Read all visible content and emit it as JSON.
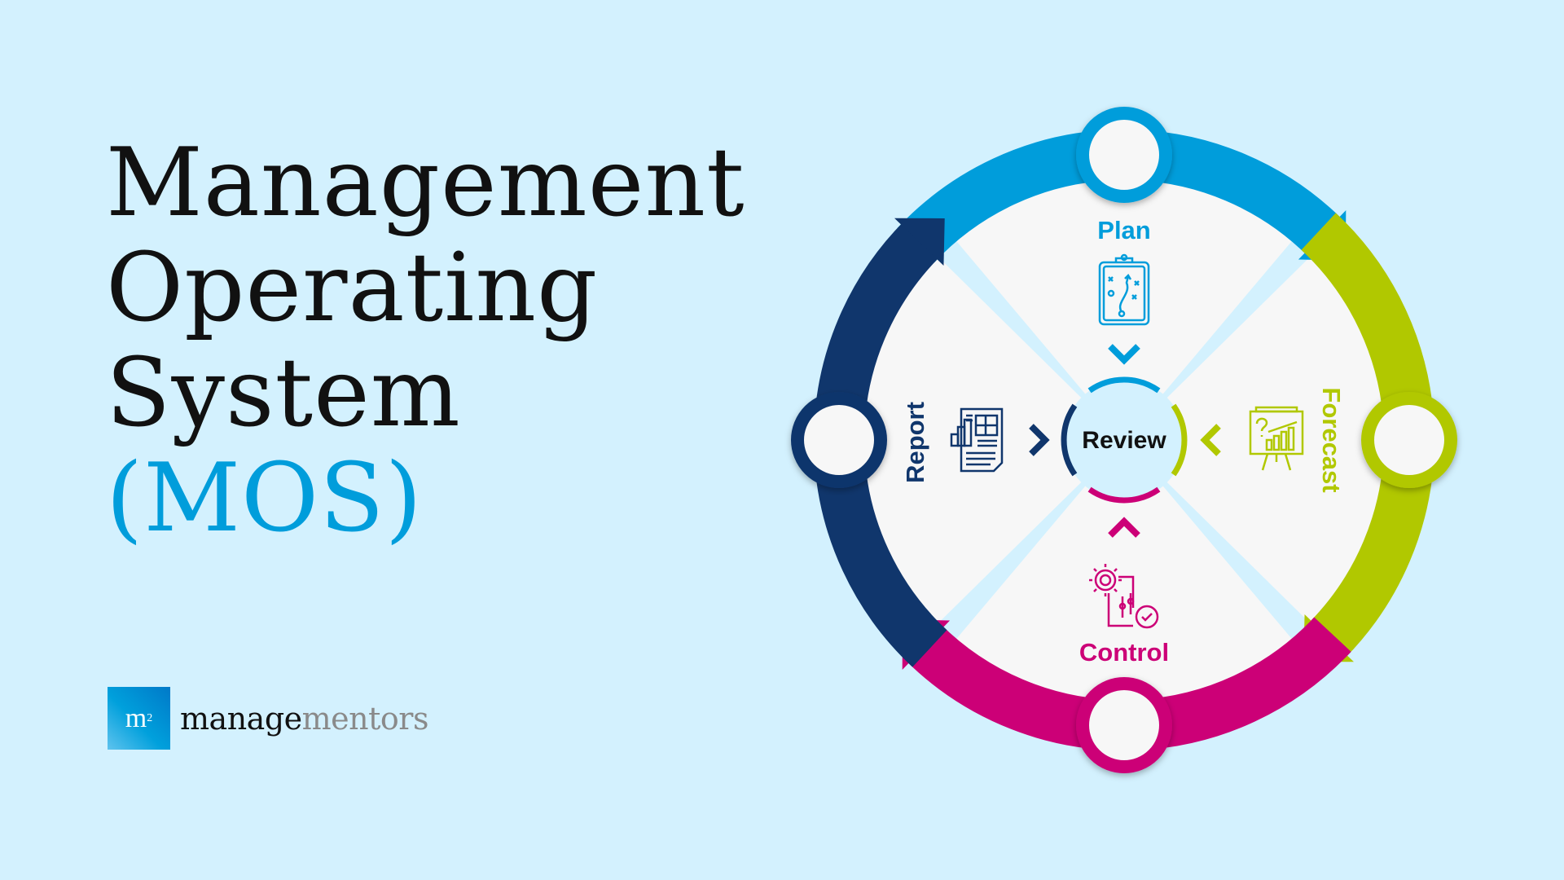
{
  "title": {
    "line1": "Management",
    "line2": "Operating",
    "line3": "System",
    "line4": "(MOS)"
  },
  "logo": {
    "mark": "m",
    "mark_sup": "2",
    "word_dark": "manage",
    "word_light": "mentors"
  },
  "diagram": {
    "center": "Review",
    "stages": [
      {
        "label": "Plan",
        "color": "#009ddb",
        "icon": "clipboard-strategy-icon"
      },
      {
        "label": "Forecast",
        "color": "#b1c800",
        "icon": "presentation-chart-icon"
      },
      {
        "label": "Control",
        "color": "#cc0077",
        "icon": "gear-sliders-check-icon"
      },
      {
        "label": "Report",
        "color": "#10366c",
        "icon": "report-document-icon"
      }
    ]
  },
  "colors": {
    "background": "#d3f1fe",
    "accent": "#009ddb"
  }
}
